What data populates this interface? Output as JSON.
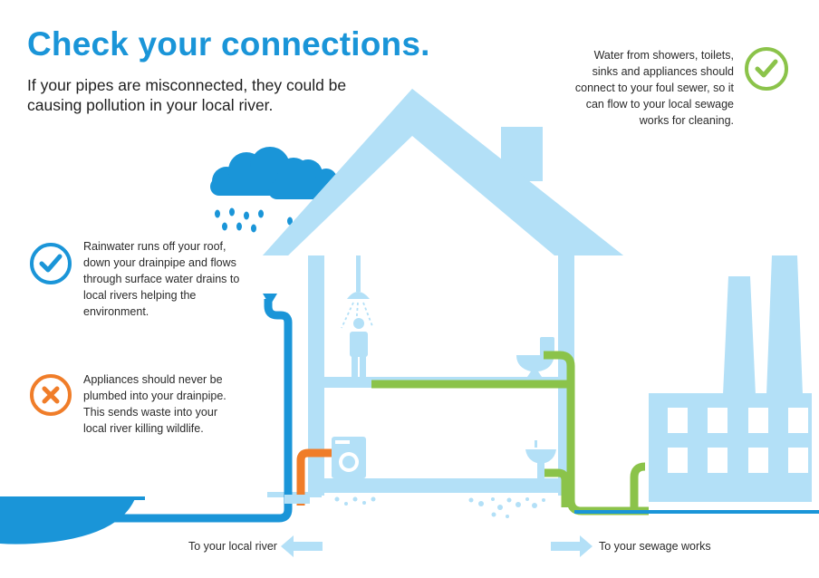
{
  "header": {
    "title": "Check your connections.",
    "subtitle": "If your pipes are misconnected, they could be causing pollution in your local river."
  },
  "notes": {
    "foul_sewer": "Water from showers, toilets, sinks and appliances should connect to your foul sewer, so it can flow to your local sewage works for cleaning.",
    "rainwater": "Rainwater runs off your roof, down your drainpipe and flows through surface water drains to local rivers helping the environment.",
    "appliances": "Appliances should never be plumbed into your drainpipe. This sends waste into your local river killing wildlife."
  },
  "destinations": {
    "river": "To your local river",
    "sewage": "To your sewage works"
  },
  "icons": {
    "correct": "checkmark-icon",
    "wrong": "cross-icon"
  },
  "colors": {
    "title": "#1a95d8",
    "surface_water_pipe": "#1a95d8",
    "foul_pipe": "#8bc34a",
    "misconnected_pipe": "#f07d29",
    "house": "#b3e0f7"
  }
}
